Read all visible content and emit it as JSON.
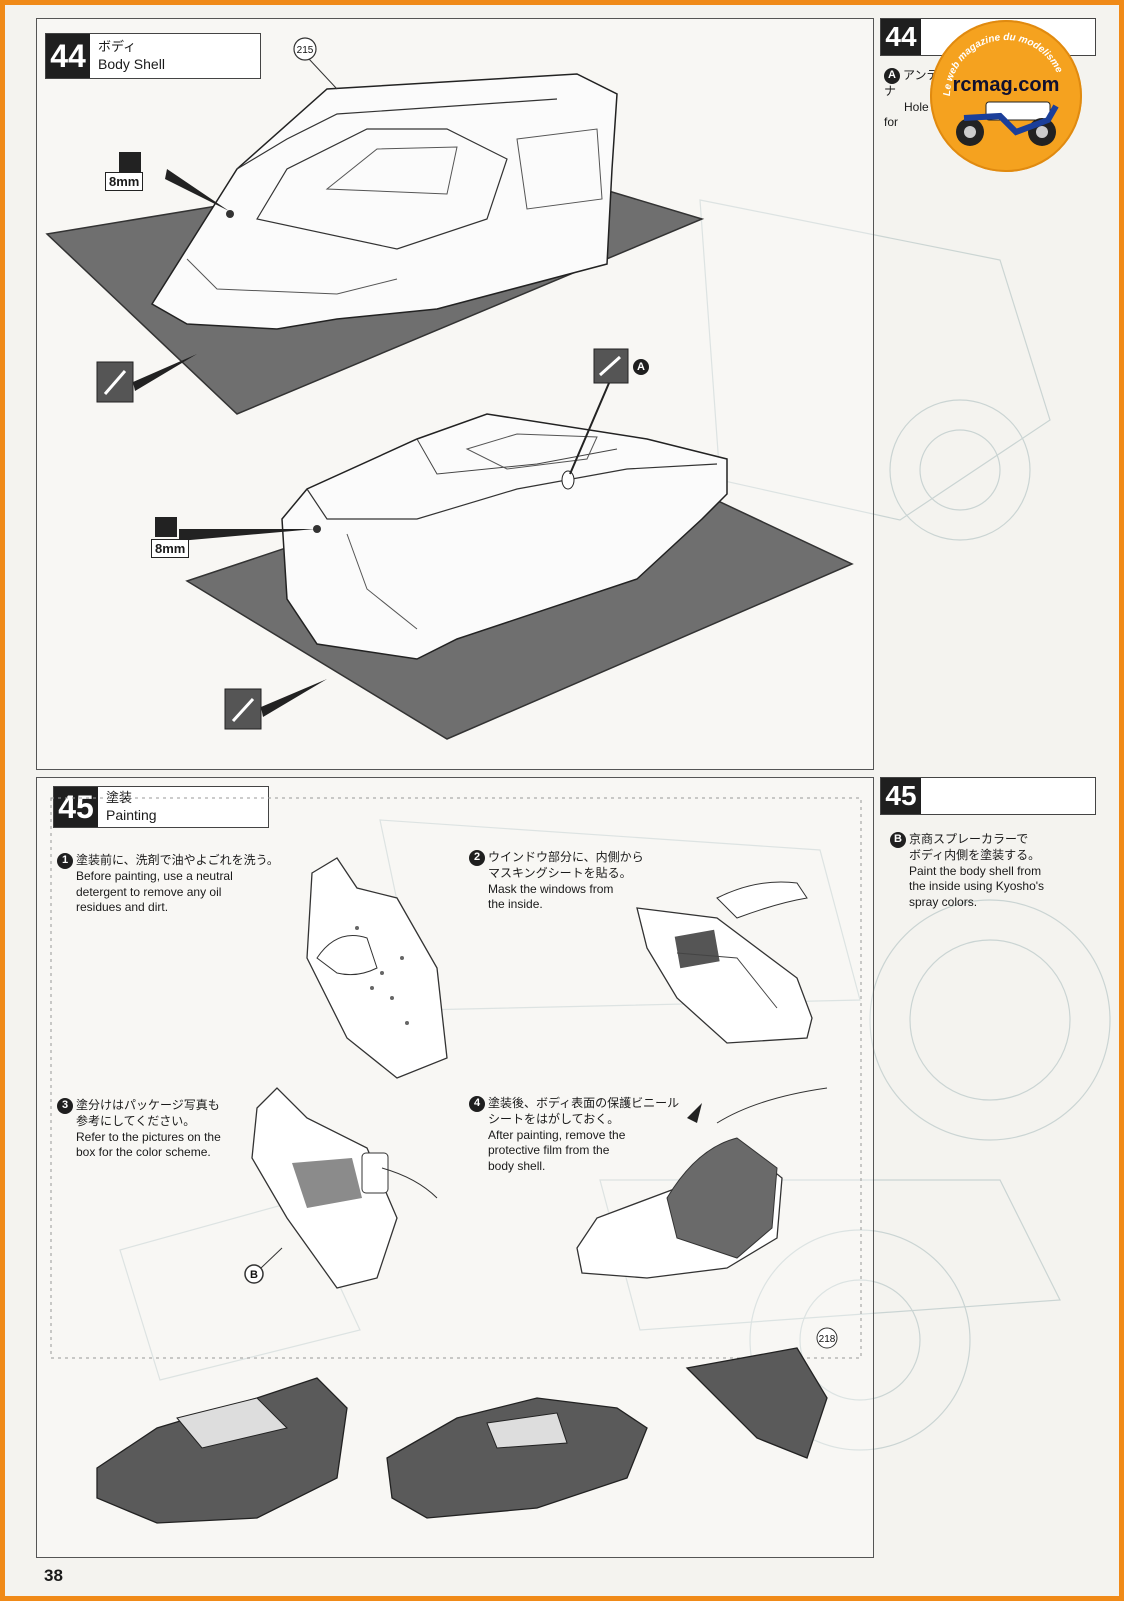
{
  "page_number": "38",
  "logo": {
    "text": "rcmag.com",
    "tagline": "Le web magazine du modelisme",
    "color": "#f5a21f"
  },
  "step44": {
    "number": "44",
    "title_ja": "ボディ",
    "title_en": "Body Shell",
    "part_ref_top": "215",
    "mm_label_1": "8mm",
    "mm_label_2": "8mm",
    "callout_a": "A"
  },
  "step44_side": {
    "number": "44",
    "note_a_ja": "アンテナ",
    "note_a_en": "Hole for",
    "marker": "A"
  },
  "step45": {
    "number": "45",
    "title_ja": "塗装",
    "title_en": "Painting",
    "instr1": {
      "num": "1",
      "ja": "塗装前に、洗剤で油やよごれを洗う。",
      "en": [
        "Before painting, use a neutral",
        "detergent to remove any oil",
        "residues and dirt."
      ]
    },
    "instr2": {
      "num": "2",
      "ja": [
        "ウインドウ部分に、内側から",
        "マスキングシートを貼る。"
      ],
      "en": [
        "Mask the windows from",
        "the inside."
      ]
    },
    "instr3": {
      "num": "3",
      "ja": [
        "塗分けはパッケージ写真も",
        "参考にしてください。"
      ],
      "en": [
        "Refer to the pictures on the",
        "box for the color scheme."
      ]
    },
    "instr4": {
      "num": "4",
      "ja": [
        "塗装後、ボディ表面の保護ビニール",
        "シートをはがしておく。"
      ],
      "en": [
        "After painting, remove the",
        "protective film from the",
        "body shell."
      ]
    },
    "marker_b": "B",
    "part_ref_wing": "218"
  },
  "step45_side": {
    "number": "45",
    "marker": "B",
    "ja": [
      "京商スプレーカラーで",
      "ボディ内側を塗装する。"
    ],
    "en": [
      "Paint the body shell from",
      "the inside using Kyosho's",
      "spray colors."
    ]
  }
}
